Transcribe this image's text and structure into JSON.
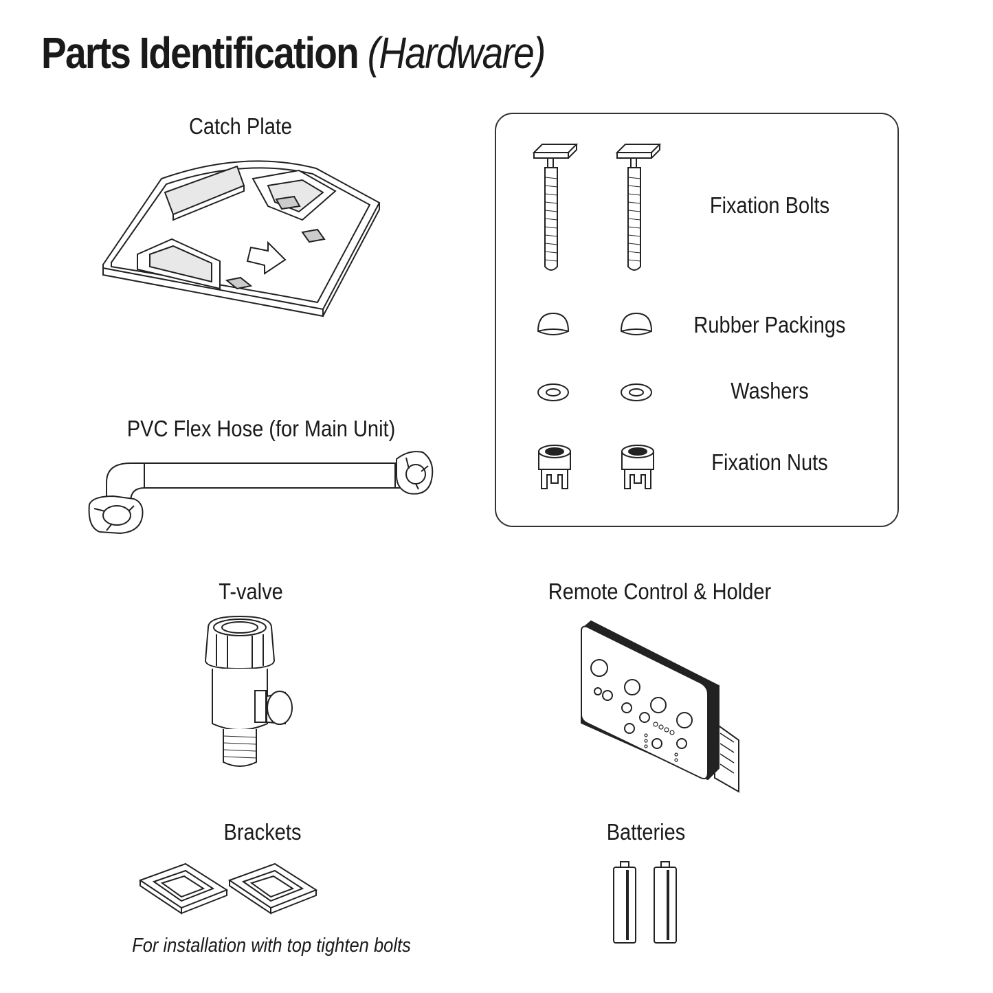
{
  "title": {
    "main": "Parts Identification",
    "sub": "(Hardware)"
  },
  "parts": {
    "catch_plate": "Catch Plate",
    "hose": "PVC Flex Hose (for Main Unit)",
    "tvalve": "T-valve",
    "remote": "Remote Control & Holder",
    "brackets": "Brackets",
    "brackets_note": "For installation with top tighten bolts",
    "batteries": "Batteries"
  },
  "hardware_box": {
    "bolts": "Fixation Bolts",
    "packings": "Rubber Packings",
    "washers": "Washers",
    "nuts": "Fixation Nuts"
  }
}
